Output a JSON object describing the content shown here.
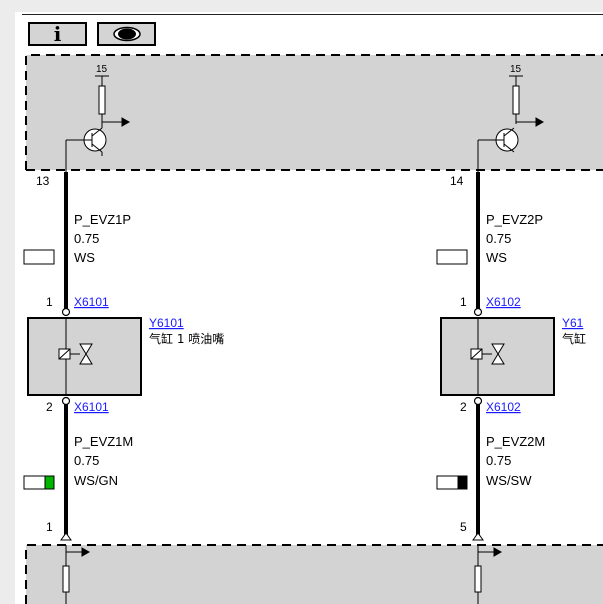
{
  "toolbar": {
    "info_label": "i",
    "info_icon": "info-icon",
    "eye_icon": "eye-icon"
  },
  "colors": {
    "module_fill": "#d3d3d3",
    "wire": "#000000",
    "link": "#1a1aff",
    "ws": "#ffffff",
    "gn": "#00b400",
    "sw": "#000000"
  },
  "supply_top": {
    "left_voltage": "15",
    "right_voltage": "15"
  },
  "supply_bottom": {},
  "circuits": [
    {
      "top_pin": "13",
      "upper_wire": {
        "name": "P_EVZ1P",
        "gauge": "0.75",
        "color": "WS"
      },
      "connector_top_pin": "1",
      "connector_top": "X6101",
      "component_id": "Y6101",
      "component_desc": "气缸 1 喷油嘴",
      "connector_bottom_pin": "2",
      "connector_bottom": "X6101",
      "lower_wire": {
        "name": "P_EVZ1M",
        "gauge": "0.75",
        "color": "WS/GN"
      },
      "bottom_pin": "1"
    },
    {
      "top_pin": "14",
      "upper_wire": {
        "name": "P_EVZ2P",
        "gauge": "0.75",
        "color": "WS"
      },
      "connector_top_pin": "1",
      "connector_top": "X6102",
      "component_id": "Y61",
      "component_desc": "气缸",
      "connector_bottom_pin": "2",
      "connector_bottom": "X6102",
      "lower_wire": {
        "name": "P_EVZ2M",
        "gauge": "0.75",
        "color": "WS/SW"
      },
      "bottom_pin": "5"
    }
  ]
}
